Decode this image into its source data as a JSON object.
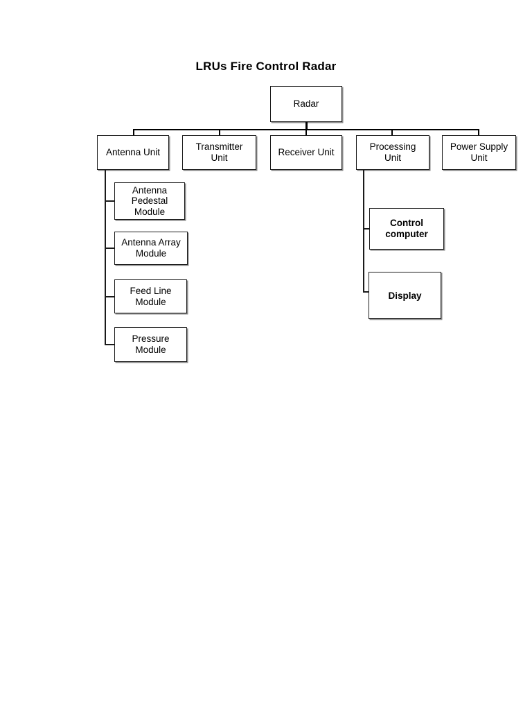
{
  "title": "LRUs Fire Control Radar",
  "diagram": {
    "type": "tree-block-diagram",
    "root": {
      "id": "radar",
      "label": "Radar"
    },
    "level_2": [
      {
        "id": "antenna-unit",
        "label": "Antenna Unit"
      },
      {
        "id": "transmitter-unit",
        "label": "Transmitter\nUnit"
      },
      {
        "id": "receiver-unit",
        "label": "Receiver Unit"
      },
      {
        "id": "processing-unit",
        "label": "Processing\nUnit"
      },
      {
        "id": "power-supply-unit",
        "label": "Power Supply\nUnit"
      }
    ],
    "antenna_modules": [
      {
        "id": "antenna-pedestal-module",
        "label": "Antenna\nPedestal\nModule"
      },
      {
        "id": "antenna-array-module",
        "label": "Antenna Array\nModule"
      },
      {
        "id": "feed-line-module",
        "label": "Feed Line\nModule"
      },
      {
        "id": "pressure-module",
        "label": "Pressure\nModule"
      }
    ],
    "processing_children": [
      {
        "id": "control-computer",
        "label": "Control\ncomputer"
      },
      {
        "id": "display",
        "label": "Display"
      }
    ]
  }
}
